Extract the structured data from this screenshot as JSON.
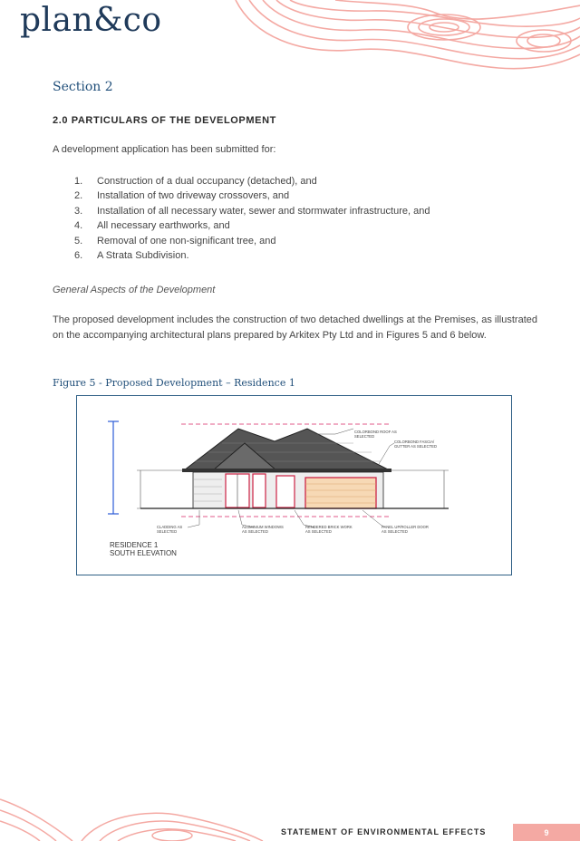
{
  "header": {
    "logo_text": "plan&co"
  },
  "section": {
    "title": "Section 2"
  },
  "main": {
    "heading": "2.0 PARTICULARS OF THE DEVELOPMENT",
    "intro": "A development application has been submitted for:",
    "items": [
      {
        "num": "1.",
        "text": "Construction of a dual occupancy (detached), and"
      },
      {
        "num": "2.",
        "text": "Installation of two driveway crossovers, and"
      },
      {
        "num": "3.",
        "text": "Installation of all necessary water, sewer and stormwater infrastructure, and"
      },
      {
        "num": "4.",
        "text": "All necessary earthworks, and"
      },
      {
        "num": "5.",
        "text": "Removal of one non-significant tree, and"
      },
      {
        "num": "6.",
        "text": "A Strata Subdivision."
      }
    ],
    "subheading": "General Aspects of the Development",
    "paragraph": "The proposed development includes the construction of two detached dwellings at the Premises, as illustrated on the accompanying architectural plans prepared by Arkitex Pty Ltd and in Figures 5 and 6 below."
  },
  "figure": {
    "caption": "Figure 5 - Proposed Development – Residence 1",
    "label_line1": "RESIDENCE 1",
    "label_line2": "SOUTH ELEVATION",
    "callouts": {
      "roof": "COLORBOND ROOF AS SELECTED",
      "fascia": "COLORBOND FASCIA/ GUTTER AS SELECTED",
      "cladding": "CLADDING AS SELECTED",
      "window": "ALUMINIUM WINDOWS AS SELECTED",
      "brick": "RENDERED BRICK WORK AS SELECTED",
      "door": "PANEL UP/ROLLER DOOR AS SELECTED"
    }
  },
  "footer": {
    "title": "STATEMENT OF ENVIRONMENTAL EFFECTS",
    "page_number": "9"
  },
  "colors": {
    "brand_navy": "#1f3a5a",
    "section_blue": "#1f4e79",
    "topo_pink": "#f4a9a3",
    "figure_border": "#2f5f85"
  }
}
